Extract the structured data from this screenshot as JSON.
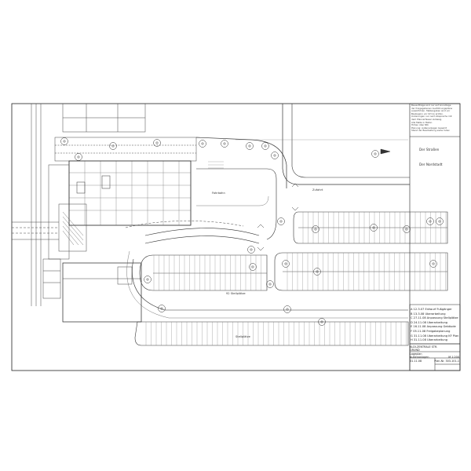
{
  "plan": {
    "labels": {
      "street_top": "Der Straßen",
      "street_second": "Der Nordstadt",
      "stairs_label": "Stellplätze",
      "parking_label": "92 Stellplätze",
      "drive_label": "Fahrbahn",
      "drive_label_2": "Zufahrt"
    },
    "notes": [
      "Bauaufträge sind nur auf Grundlage",
      "der freigegebenen Ausführungspläne",
      "auszuführen. Maßangaben sind vor",
      "Baubeginn vor Ort zu prüfen.",
      "Änderungen nur nach Absprache mit",
      "dem Planverfasser zulässig.",
      "Alle Maße in Meter.",
      "Höhen über NN.",
      "Planung: Außenanlagen Gesamt",
      "Stand der Bearbeitung siehe Index"
    ],
    "revisions": [
      {
        "index": "A",
        "text": "12.3.07 Entwurf Fußgänger"
      },
      {
        "index": "B",
        "text": "13.3.08 Überarbeitung"
      },
      {
        "index": "C",
        "text": "27.11.08 Anpassung Stellplätze"
      },
      {
        "index": "D",
        "text": "24.11.08 Überarbeitung"
      },
      {
        "index": "E",
        "text": "16.11.08 Anpassung Gebäude"
      },
      {
        "index": "F",
        "text": "05.11.08 Freigabeplanung"
      },
      {
        "index": "G",
        "text": "31.11.08 Überarbeitung KF Plan"
      },
      {
        "index": "H",
        "text": "31.11.08 Überarbeitung"
      }
    ],
    "title_block": {
      "project": "ALDI-ZENTRALE STR.",
      "place": "GRUND",
      "drawing": "Lageplan",
      "scale": "M 1:200",
      "sheet": "Außenanlagen",
      "date": "31.11.08",
      "number": "Plan-Nr. 303-101-1"
    }
  }
}
